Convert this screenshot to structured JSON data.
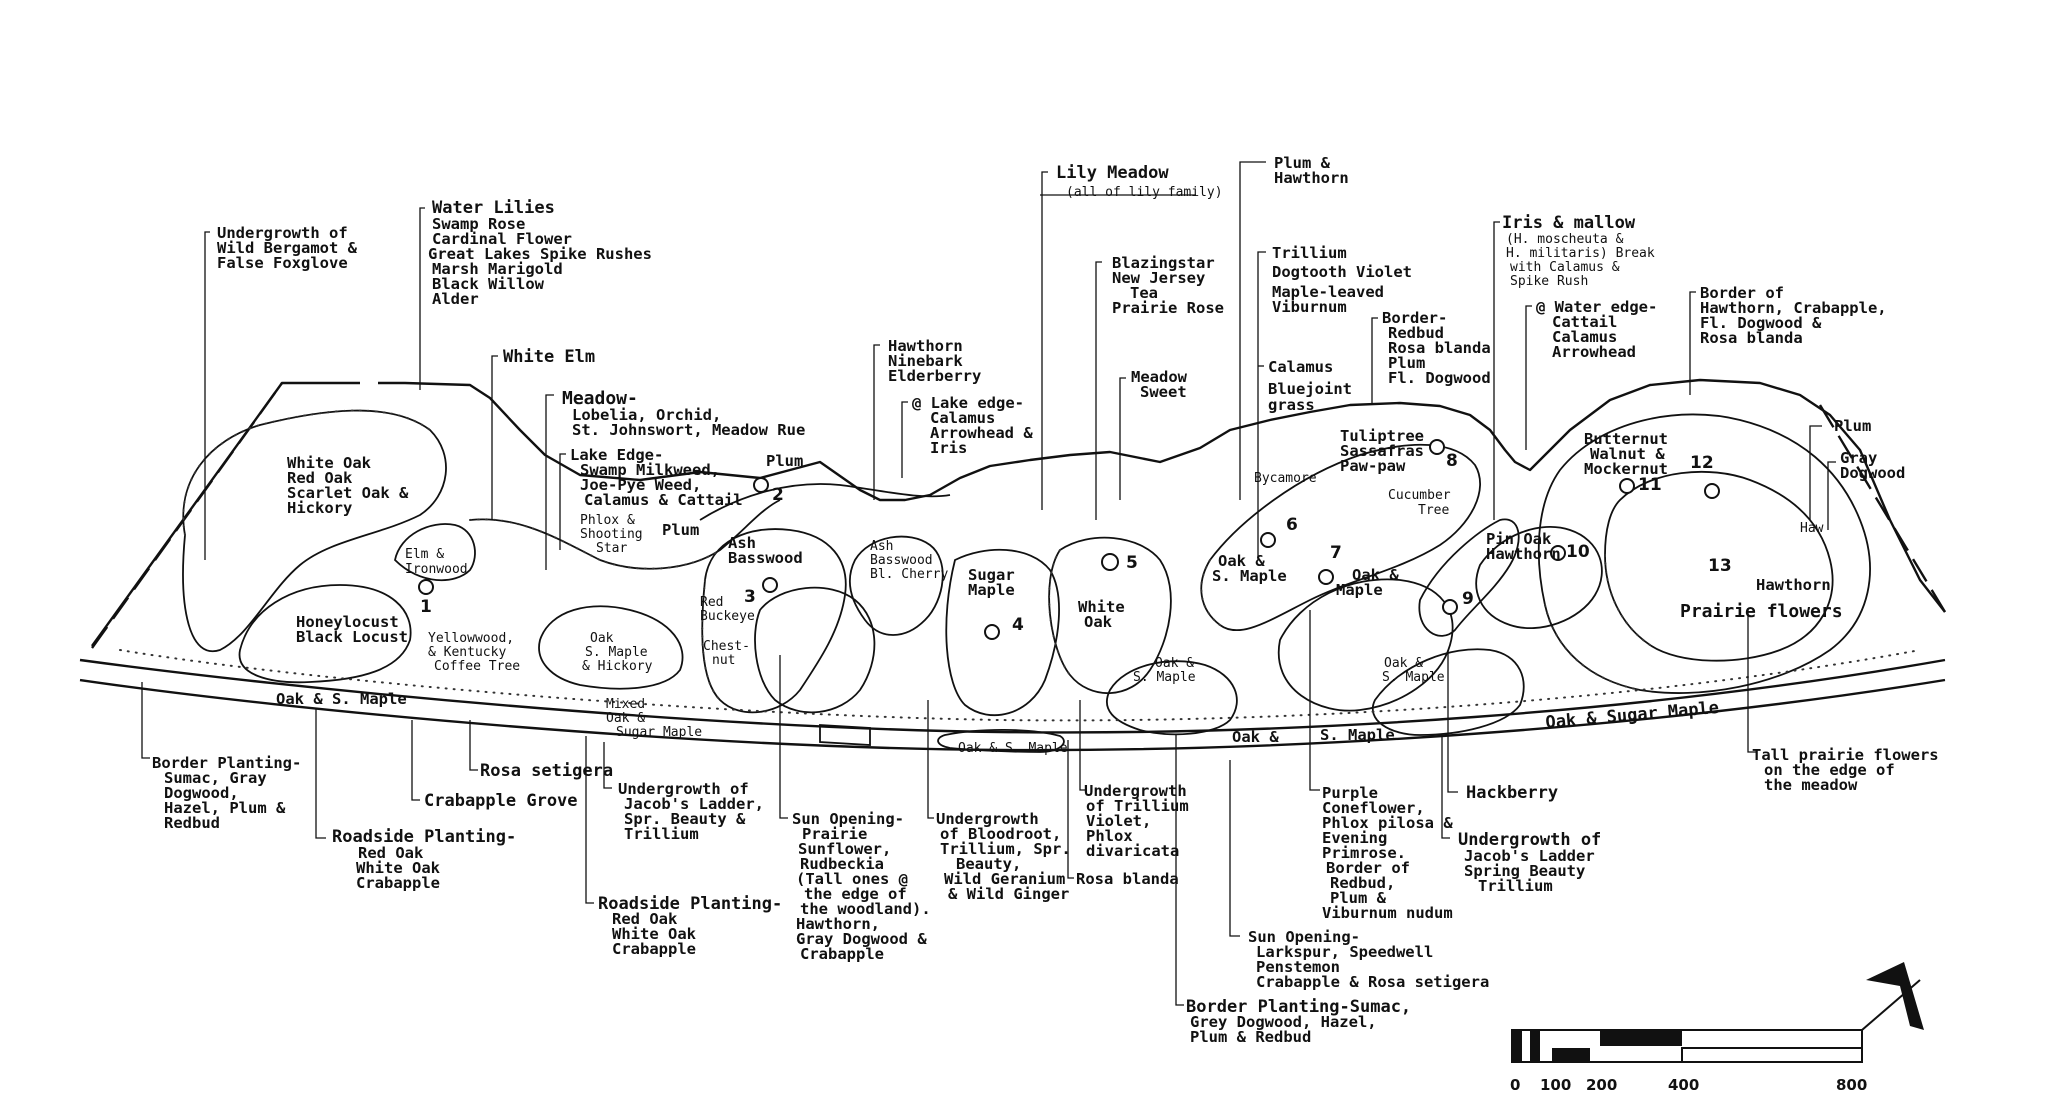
{
  "zones": {
    "white_oak": [
      "White Oak",
      "Red Oak",
      "Scarlet Oak &",
      "Hickory"
    ],
    "elm_ironwood": [
      "Elm &",
      "Ironwood"
    ],
    "honeylocust": [
      "Honeylocust",
      "Black Locust"
    ],
    "yellowwood": [
      "Yellowwood,",
      "& Kentucky",
      "Coffee Tree"
    ],
    "phlox_shooting": [
      "Phlox &",
      "Shooting",
      "Star"
    ],
    "plum_mid": "Plum",
    "oak_maple_hickory": [
      "Oak",
      "S. Maple",
      "& Hickory"
    ],
    "plum_top": "Plum",
    "ash_basswood_left": [
      "Ash",
      "Basswood"
    ],
    "red_buckeye": [
      "Red",
      "Buckeye"
    ],
    "chestnut": [
      "Chest-",
      "nut"
    ],
    "ash_basswood_cherry": [
      "Ash",
      "Basswood",
      "Bl. Cherry"
    ],
    "sugar_maple": [
      "Sugar",
      "Maple"
    ],
    "white_oak_mid": [
      "White",
      "Oak"
    ],
    "oak_s_maple_mid": [
      "Oak &",
      "S. Maple"
    ],
    "oak_s_maple_6": [
      "Oak &",
      "S. Maple"
    ],
    "bycamore": "Bycamore",
    "tuliptree": [
      "Tuliptree",
      "Sassafras",
      "Paw-paw"
    ],
    "cucumber": [
      "Cucumber",
      "Tree"
    ],
    "oak_maple_7": [
      "Oak &",
      "Maple"
    ],
    "oak_s_maple_9": [
      "Oak &",
      "S. Maple"
    ],
    "pin_oak": [
      "Pin Oak",
      "Hawthorn"
    ],
    "butternut": [
      "Butternut",
      "Walnut &",
      "Mockernut"
    ],
    "haw": "Haw",
    "hawthorn_13": "Hawthorn",
    "prairie_flowers": "Prairie flowers",
    "oak_s_maple_road_left": "Oak & S. Maple",
    "mixed_oak": [
      "Mixed",
      "Oak &",
      "Sugar Maple"
    ],
    "oak_s_maple_road_mid": "Oak & S. Maple",
    "oak_s_maple_road_right_a": "Oak &",
    "oak_s_maple_road_right_b": "S. Maple",
    "oak_sugar_maple_road": "Oak & Sugar Maple"
  },
  "numbers": [
    "1",
    "2",
    "3",
    "4",
    "5",
    "6",
    "7",
    "8",
    "9",
    "10",
    "11",
    "12",
    "13"
  ],
  "callouts_top": {
    "undergrowth_bergamot": [
      "Undergrowth of",
      "Wild Bergamot &",
      "False Foxglove"
    ],
    "water_lilies": [
      "Water Lilies",
      "Swamp Rose",
      "Cardinal Flower",
      "Great Lakes Spike Rushes",
      "Marsh Marigold",
      "Black Willow",
      "Alder"
    ],
    "white_elm": "White Elm",
    "meadow": [
      "Meadow-",
      "Lobelia, Orchid,",
      "St. Johnswort, Meadow Rue"
    ],
    "lake_edge": [
      "Lake Edge-",
      "Swamp Milkweed,",
      "Joe-Pye Weed,",
      "Calamus & Cattail"
    ],
    "hawthorn_ninebark": [
      "Hawthorn",
      "Ninebark",
      "Elderberry"
    ],
    "lake_edge_calamus": [
      "@ Lake edge-",
      "Calamus",
      "Arrowhead &",
      "Iris"
    ],
    "lily_meadow": [
      "Lily Meadow",
      "(all of lily family)"
    ],
    "blazingstar": [
      "Blazingstar",
      "New Jersey",
      "Tea",
      "Prairie Rose"
    ],
    "meadow_sweet": [
      "Meadow",
      "Sweet"
    ],
    "plum_hawthorn": [
      "Plum &",
      "Hawthorn"
    ],
    "trillium": [
      "Trillium",
      "Dogtooth Violet",
      "Maple-leaved",
      "Viburnum"
    ],
    "calamus_bluejoint": [
      "Calamus",
      "Bluejoint",
      "grass"
    ],
    "border_redbud": [
      "Border-",
      "Redbud",
      "Rosa blanda",
      "Plum",
      "Fl. Dogwood"
    ],
    "iris_mallow": [
      "Iris & mallow",
      "(H. moscheuta &",
      "H. militaris) Break",
      "with Calamus &",
      "Spike Rush"
    ],
    "water_edge": [
      "@ Water edge-",
      "Cattail",
      "Calamus",
      "Arrowhead"
    ],
    "border_hawthorn": [
      "Border of",
      "Hawthorn, Crabapple,",
      "Fl. Dogwood &",
      "Rosa blanda"
    ],
    "plum_right": "Plum",
    "gray_dogwood": [
      "Gray",
      "Dogwood"
    ]
  },
  "callouts_bottom": {
    "border_planting_sumac": [
      "Border Planting-",
      "Sumac, Gray",
      "Dogwood,",
      "Hazel, Plum &",
      "Redbud"
    ],
    "rosa_setigera": "Rosa setigera",
    "crabapple_grove": "Crabapple Grove",
    "roadside_planting_1": [
      "Roadside Planting-",
      "Red Oak",
      "White Oak",
      "Crabapple"
    ],
    "undergrowth_jacobs_1": [
      "Undergrowth of",
      "Jacob's Ladder,",
      "Spr. Beauty &",
      "Trillium"
    ],
    "roadside_planting_2": [
      "Roadside Planting-",
      "Red Oak",
      "White Oak",
      "Crabapple"
    ],
    "sun_opening_prairie": [
      "Sun Opening-",
      "Prairie",
      "Sunflower,",
      "Rudbeckia",
      "(Tall ones @",
      "the edge of",
      "the woodland).",
      "Hawthorn,",
      "Gray Dogwood &",
      "Crabapple"
    ],
    "undergrowth_bloodroot": [
      "Undergrowth",
      "of Bloodroot,",
      "Trillium, Spr.",
      "Beauty,",
      "Wild Geranium",
      "& Wild Ginger"
    ],
    "undergrowth_trillium": [
      "Undergrowth",
      "of Trillium",
      "Violet,",
      "Phlox",
      "divaricata"
    ],
    "rosa_blanda": "Rosa blanda",
    "sun_opening_larkspur": [
      "Sun Opening-",
      "Larkspur, Speedwell",
      "Penstemon",
      "Crabapple & Rosa setigera"
    ],
    "border_planting_grey": [
      "Border Planting-Sumac,",
      "Grey Dogwood, Hazel,",
      "Plum & Redbud"
    ],
    "purple_coneflower": [
      "Purple",
      "Coneflower,",
      "Phlox pilosa &",
      "Evening",
      "Primrose.",
      "Border of",
      "Redbud,",
      "Plum &",
      "Viburnum nudum"
    ],
    "hackberry": "Hackberry",
    "undergrowth_jacobs_2": [
      "Undergrowth of",
      "Jacob's Ladder",
      "Spring Beauty",
      "Trillium"
    ],
    "tall_prairie": [
      "Tall prairie flowers",
      "on the edge of",
      "the meadow"
    ]
  },
  "scale": {
    "ticks": [
      "0",
      "100",
      "200",
      "400",
      "800"
    ]
  }
}
